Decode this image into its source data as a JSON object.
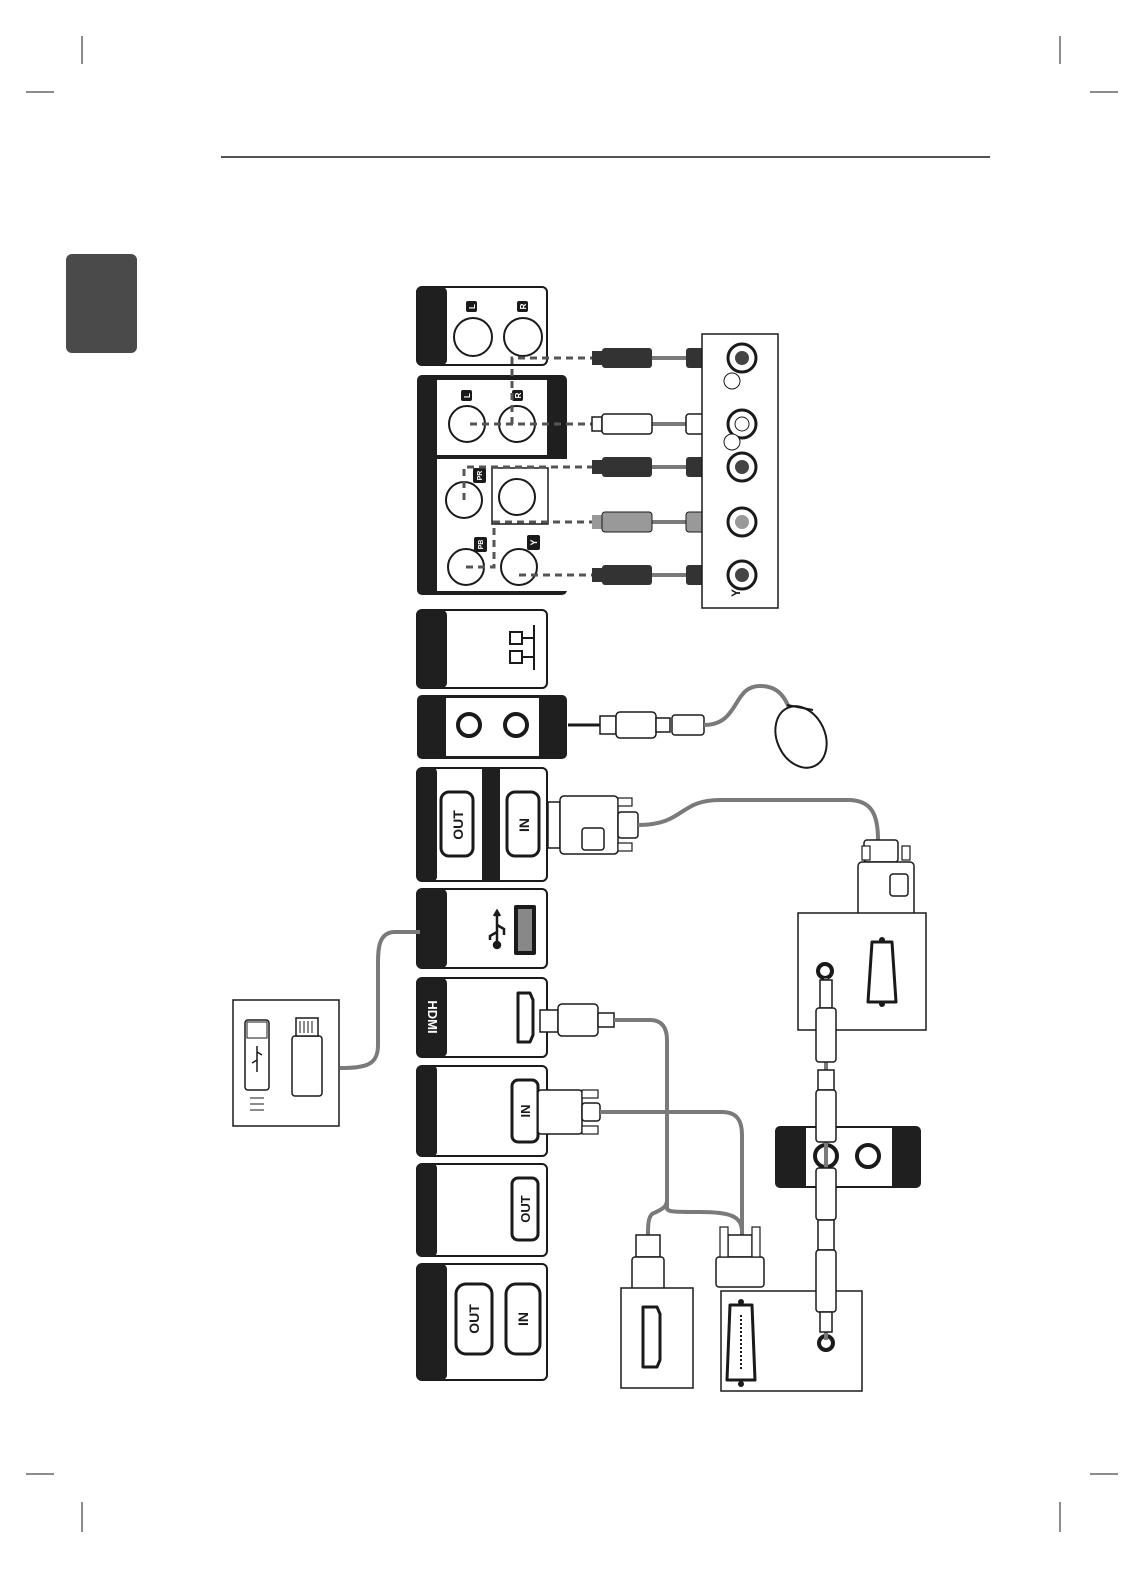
{
  "colors": {
    "ink": "#1a1a1a",
    "cable": "#7a7a7a",
    "dark_panel": "#1f1f1f",
    "side_tab": "#4a4a4a",
    "plug_dark": "#333333",
    "plug_light": "#ffffff"
  },
  "labels": {
    "audio_left": "L",
    "audio_right": "R",
    "component_pr": "PR",
    "component_pb": "PB",
    "component_y": "Y",
    "device_y": "Y",
    "monitor_out": "OUT",
    "monitor_in": "IN",
    "hdmi_logo": "HDMI",
    "dvi_in": "IN",
    "dp_out": "OUT",
    "loop_out": "OUT",
    "loop_in": "IN"
  },
  "icons": {
    "lan": "network-icon",
    "usb": "usb-trident-icon",
    "usb_device": "usb-memory-stick-icon",
    "ir_receiver": "ir-receiver-icon",
    "vga": "d-sub-port-icon",
    "hdmi_port": "hdmi-port-icon",
    "dvi_port": "dvi-port-icon",
    "audio_jack": "audio-jack-icon"
  }
}
